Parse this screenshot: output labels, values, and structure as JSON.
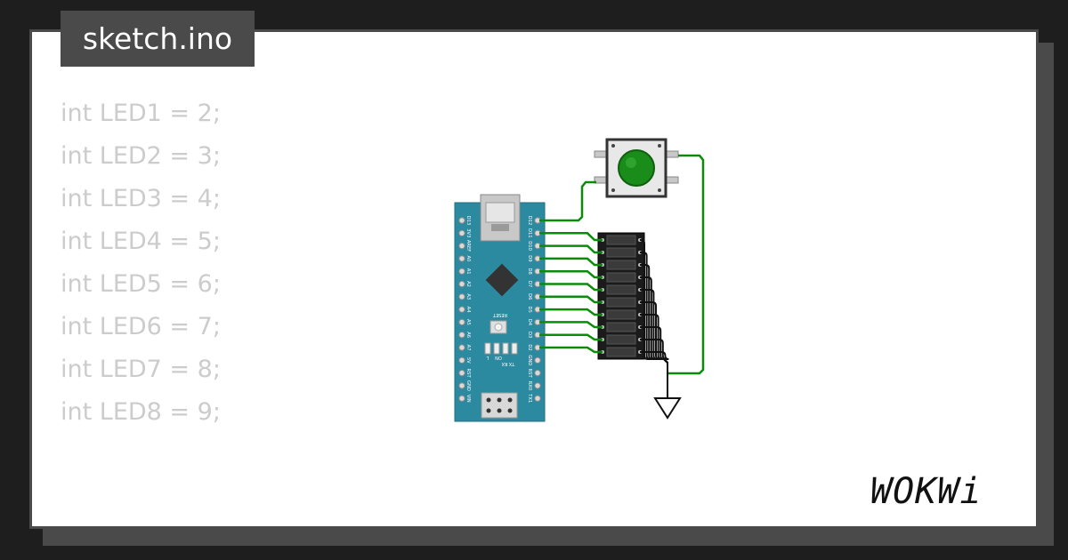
{
  "page": {
    "background": "#1e1e1e",
    "card_background": "#ffffff",
    "frame_color": "#4a4a4a"
  },
  "header": {
    "filename": "sketch.ino"
  },
  "code_preview": {
    "text_color": "#cccccc",
    "lines": [
      "int LED1 = 2;",
      "int LED2 = 3;",
      "int LED3 = 4;",
      "int LED4 = 5;",
      "int LED5 = 6;",
      "int LED6 = 7;",
      "int LED7 = 8;",
      "int LED8 = 9;"
    ]
  },
  "diagram": {
    "board": {
      "color": "#2c8aa0",
      "left_pins": [
        "D13",
        "3V3",
        "AREF",
        "A0",
        "A1",
        "A2",
        "A3",
        "A4",
        "A5",
        "A6",
        "A7",
        "5V",
        "RST",
        "GND",
        "VIN"
      ],
      "right_pins": [
        "D12",
        "D11",
        "D10",
        "D9",
        "D8",
        "D7",
        "D6",
        "D5",
        "D4",
        "D3",
        "D2",
        "GND",
        "RST",
        "RX0",
        "TX1"
      ],
      "reset_label": "RESET",
      "led_labels": [
        "ON",
        "L",
        "TX",
        "RX"
      ]
    },
    "pushbutton": {
      "color": "#1a8c1a"
    },
    "led_bar": {
      "segment_count": 10
    },
    "wire_color": "#0a8c0a",
    "ground_symbol": "ground-icon"
  },
  "branding": {
    "logo_text": "WOKWi"
  }
}
